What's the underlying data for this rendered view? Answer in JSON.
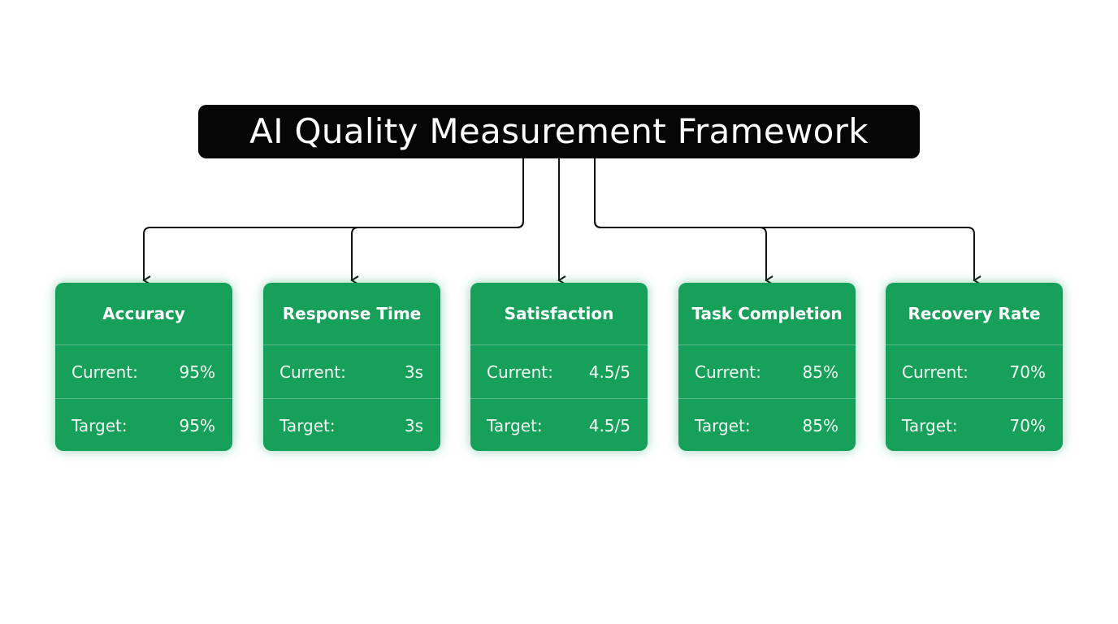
{
  "title": "AI Quality Measurement Framework",
  "colors": {
    "title_background": "#050505",
    "card_background": "#17a05a",
    "connector": "#111111"
  },
  "metrics": [
    {
      "name": "Accuracy",
      "current_label": "Current:",
      "current": "95%",
      "target_label": "Target:",
      "target": "95%"
    },
    {
      "name": "Response Time",
      "current_label": "Current:",
      "current": "3s",
      "target_label": "Target:",
      "target": "3s"
    },
    {
      "name": "Satisfaction",
      "current_label": "Current:",
      "current": "4.5/5",
      "target_label": "Target:",
      "target": "4.5/5"
    },
    {
      "name": "Task Completion",
      "current_label": "Current:",
      "current": "85%",
      "target_label": "Target:",
      "target": "85%"
    },
    {
      "name": "Recovery Rate",
      "current_label": "Current:",
      "current": "70%",
      "target_label": "Target:",
      "target": "70%"
    }
  ]
}
